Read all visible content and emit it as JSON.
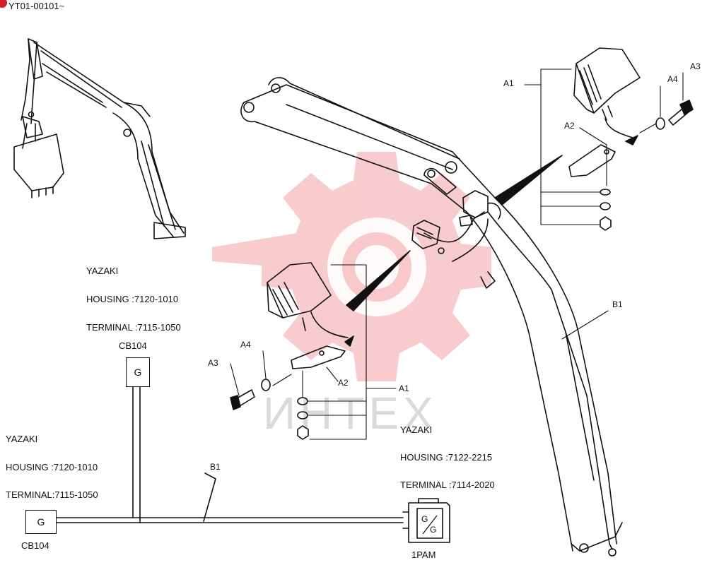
{
  "header": {
    "code": "YT01-00101~"
  },
  "watermark": {
    "text": "ИНТЕХ",
    "color": "#e0161e"
  },
  "callouts": {
    "a1_top": "A1",
    "a2_top": "A2",
    "a3_top": "A3",
    "a4_top": "A4",
    "a1_mid": "A1",
    "a2_mid": "A2",
    "a3_mid": "A3",
    "a4_mid": "A4",
    "b1_boom": "B1",
    "b1_harness": "B1"
  },
  "spec_upper": {
    "maker": "YAZAKI",
    "housing": "HOUSING :7120-1010",
    "terminal": "TERMINAL :7115-1050",
    "ref": "CB104"
  },
  "spec_left": {
    "maker": "YAZAKI",
    "housing": "HOUSING :7120-1010",
    "terminal": "TERMINAL:7115-1050",
    "ref": "CB104"
  },
  "spec_right": {
    "maker": "YAZAKI",
    "housing": "HOUSING :7122-2215",
    "terminal": "TERMINAL :7114-2020",
    "ref": "1PAM"
  },
  "connectors": {
    "upper_pin": "G",
    "left_pin": "G",
    "right_pin_top": "G",
    "right_pin_bottom": "G"
  }
}
